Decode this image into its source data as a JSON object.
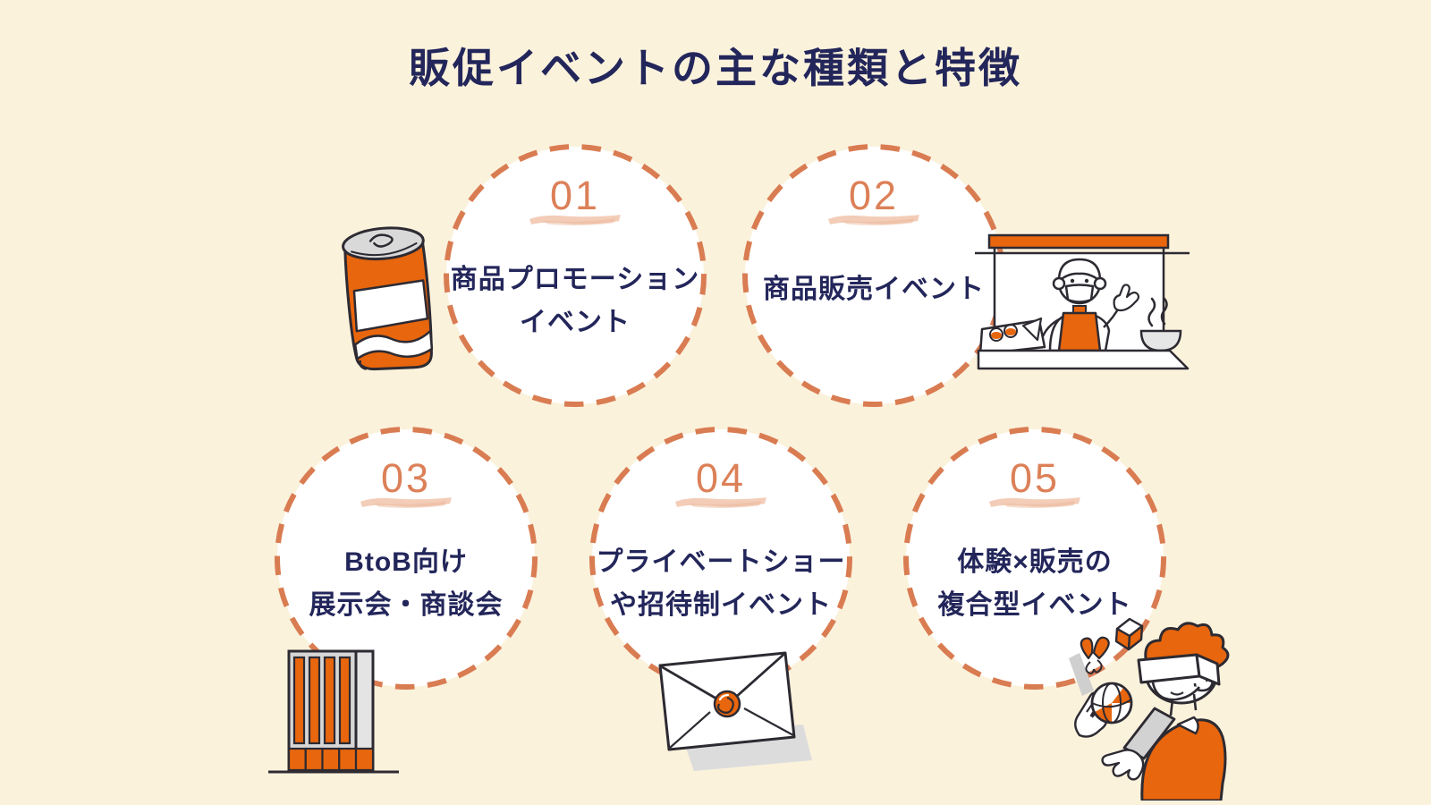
{
  "title": "販促イベントの主な種類と特徴",
  "colors": {
    "background": "#FBF2DC",
    "dashed_ring_orange": "#D97C52",
    "number_orange": "#DC8058",
    "brush_peach": "#F2C8B0",
    "text_navy": "#23265A",
    "illustration_orange": "#E8660D",
    "outline_dark": "#2D2A32",
    "gray": "#D6D6D6"
  },
  "circles": [
    {
      "number": "01",
      "line1": "商品プロモーション",
      "line2": "イベント"
    },
    {
      "number": "02",
      "line1": "商品販売イベント",
      "line2": ""
    },
    {
      "number": "03",
      "line1": "BtoB向け",
      "line2": "展示会・商談会"
    },
    {
      "number": "04",
      "line1": "プライベートショー",
      "line2": "や招待制イベント"
    },
    {
      "number": "05",
      "line1": "体験×販売の",
      "line2": "複合型イベント"
    }
  ],
  "illustrations": [
    {
      "icon": "beverage-can-illustration"
    },
    {
      "icon": "food-stall-vendor-illustration"
    },
    {
      "icon": "office-building-illustration"
    },
    {
      "icon": "sealed-envelope-illustration"
    },
    {
      "icon": "vr-headset-person-illustration"
    }
  ]
}
